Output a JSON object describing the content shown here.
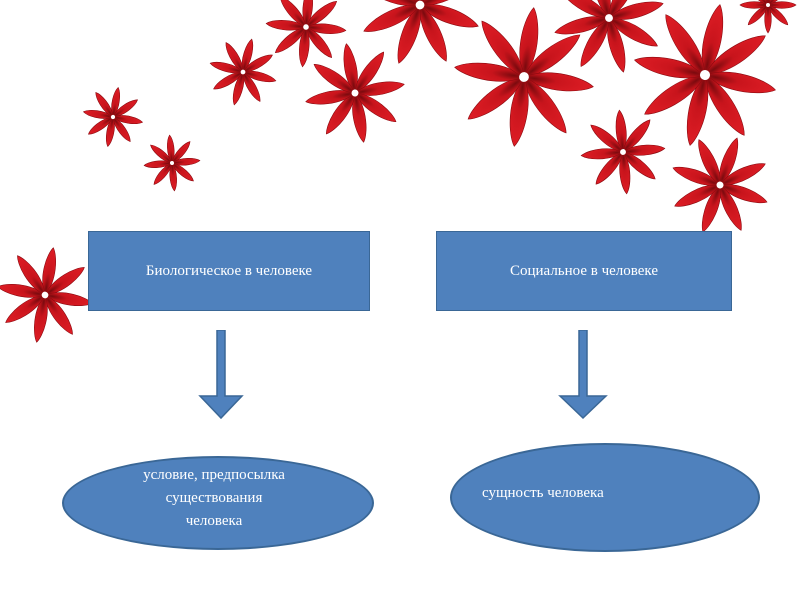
{
  "diagram": {
    "left_box": "Биологическое в человеке",
    "right_box": "Социальное в человеке",
    "left_oval_lines": [
      "условие, предпосылка",
      "существования",
      "человека"
    ],
    "right_oval": "сущность человека"
  },
  "colors": {
    "box_fill": "#4f81bd",
    "box_border": "#3a6796",
    "flower_red": "#c8141c",
    "flower_dark": "#8b0a10"
  },
  "decor_icon": "red-star-flower-icon"
}
